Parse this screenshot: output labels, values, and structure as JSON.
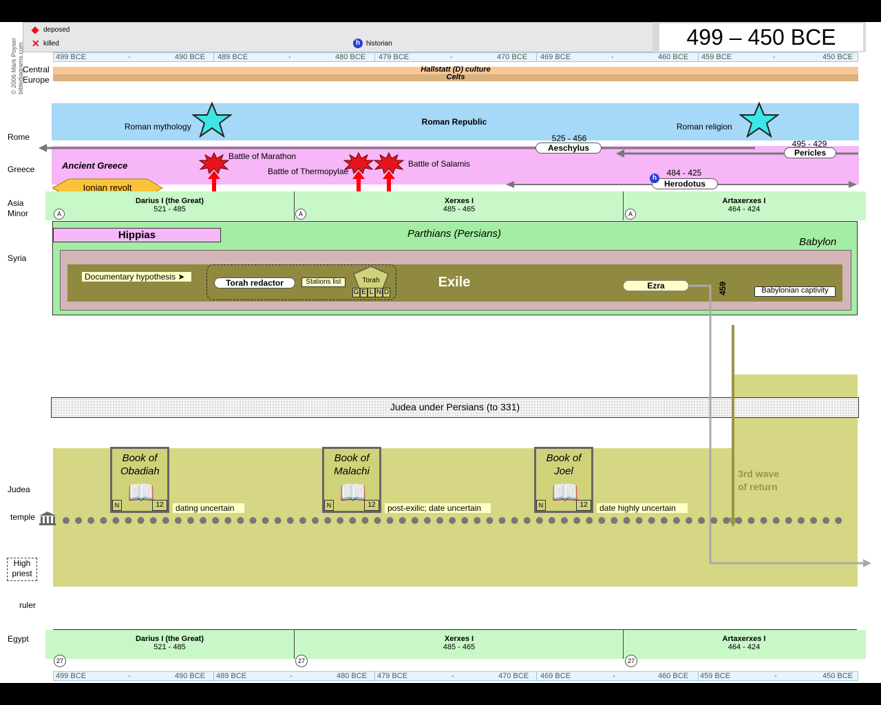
{
  "header": {
    "copyright": "© 2006 Mark Poyser",
    "site": "biblediagrams.com",
    "title": "499 – 450 BCE",
    "legend": [
      {
        "symbol": "deposed-icon",
        "label": "deposed",
        "color": "#e8141b"
      },
      {
        "symbol": "killed-icon",
        "label": "killed",
        "color": "#e8141b"
      },
      {
        "symbol": "historian-icon",
        "label": "historian",
        "color": "#2b3fd4"
      }
    ]
  },
  "scale": {
    "labels": [
      "499 BCE",
      "-",
      "490 BCE",
      "489 BCE",
      "-",
      "480 BCE",
      "479 BCE",
      "-",
      "470 BCE",
      "469 BCE",
      "-",
      "460 BCE",
      "459 BCE",
      "-",
      "450 BCE"
    ]
  },
  "rows": {
    "central_europe": "Central Europe",
    "rome": "Rome",
    "greece": "Greece",
    "asia_minor": "Asia Minor",
    "syria": "Syria",
    "judea": "Judea",
    "temple": "temple",
    "high_priest": "High priest",
    "ruler": "ruler",
    "egypt": "Egypt"
  },
  "central_europe": {
    "hallstatt": "Hallstatt (D) culture",
    "celts": "Celts"
  },
  "rome": {
    "band": "Roman Republic",
    "mythology": "Roman mythology",
    "religion": "Roman religion"
  },
  "greece": {
    "band": "Ancient Greece",
    "ionian_revolt": "Ionian revolt",
    "marathon": "Battle of Marathon",
    "thermopylae": "Battle of Thermopylae",
    "salamis": "Battle of Salamis",
    "aeschylus": {
      "name": "Aeschylus",
      "dates": "525 - 456"
    },
    "pericles": {
      "name": "Pericles",
      "dates": "495 - 429"
    },
    "herodotus": {
      "name": "Herodotus",
      "dates": "484 - 425",
      "badge": "h"
    }
  },
  "rulers": [
    {
      "name": "Darius I (the Great)",
      "dates": "521 - 485",
      "asia_badge": "A",
      "egypt_badge": "27"
    },
    {
      "name": "Xerxes I",
      "dates": "485 - 465",
      "asia_badge": "A",
      "egypt_badge": "27"
    },
    {
      "name": "Artaxerxes I",
      "dates": "464 - 424",
      "asia_badge": "A",
      "egypt_badge": "27"
    }
  ],
  "syria": {
    "hippias": "Hippias",
    "parthians": "Parthians (Persians)",
    "babylon": "Babylon",
    "exile": "Exile",
    "documentary": "Documentary hypothesis ➤",
    "torah_redactor": "Torah redactor",
    "stations": "Stations list",
    "torah": "Torah",
    "torah_letters": [
      "G",
      "E",
      "L",
      "N",
      "D"
    ],
    "ezra": "Ezra",
    "year_459": "459",
    "captivity": "Babylonian captivity"
  },
  "judea": {
    "persians": "Judea under Persians (to 331)",
    "return": "3rd wave of return",
    "books": [
      {
        "title": "Book of Obadiah",
        "left": "N",
        "right": "12",
        "note": "dating uncertain"
      },
      {
        "title": "Book of Malachi",
        "left": "N",
        "right": "12",
        "note": "post-exilic; date uncertain"
      },
      {
        "title": "Book of Joel",
        "left": "N",
        "right": "12",
        "note": "date highly uncertain"
      }
    ]
  },
  "colors": {
    "rome": "#a6d8f7",
    "greece": "#f7b6f7",
    "reign": "#c8f7c8",
    "judea": "#d5d784",
    "exile": "#8f8a3f",
    "hallstatt": "#f9c796",
    "celts": "#d9b27e"
  }
}
